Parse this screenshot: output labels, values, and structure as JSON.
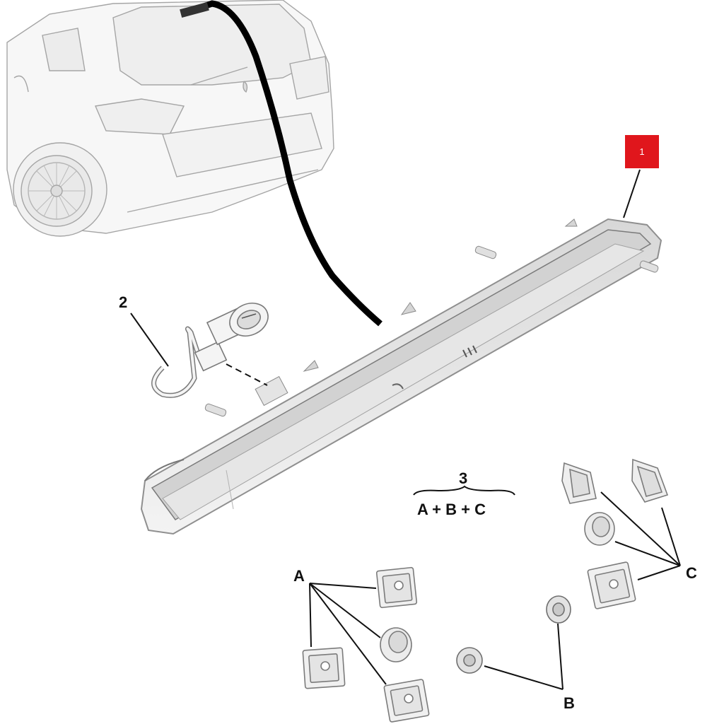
{
  "labels": {
    "part1": "1",
    "part2": "2",
    "part3": "3",
    "formula": "A + B + C",
    "a": "A",
    "b": "B",
    "c": "C"
  },
  "colors": {
    "badge": "#e0161c",
    "line": "#111111",
    "outline": "#9a9a9a",
    "fill": "#f4f4f4"
  }
}
